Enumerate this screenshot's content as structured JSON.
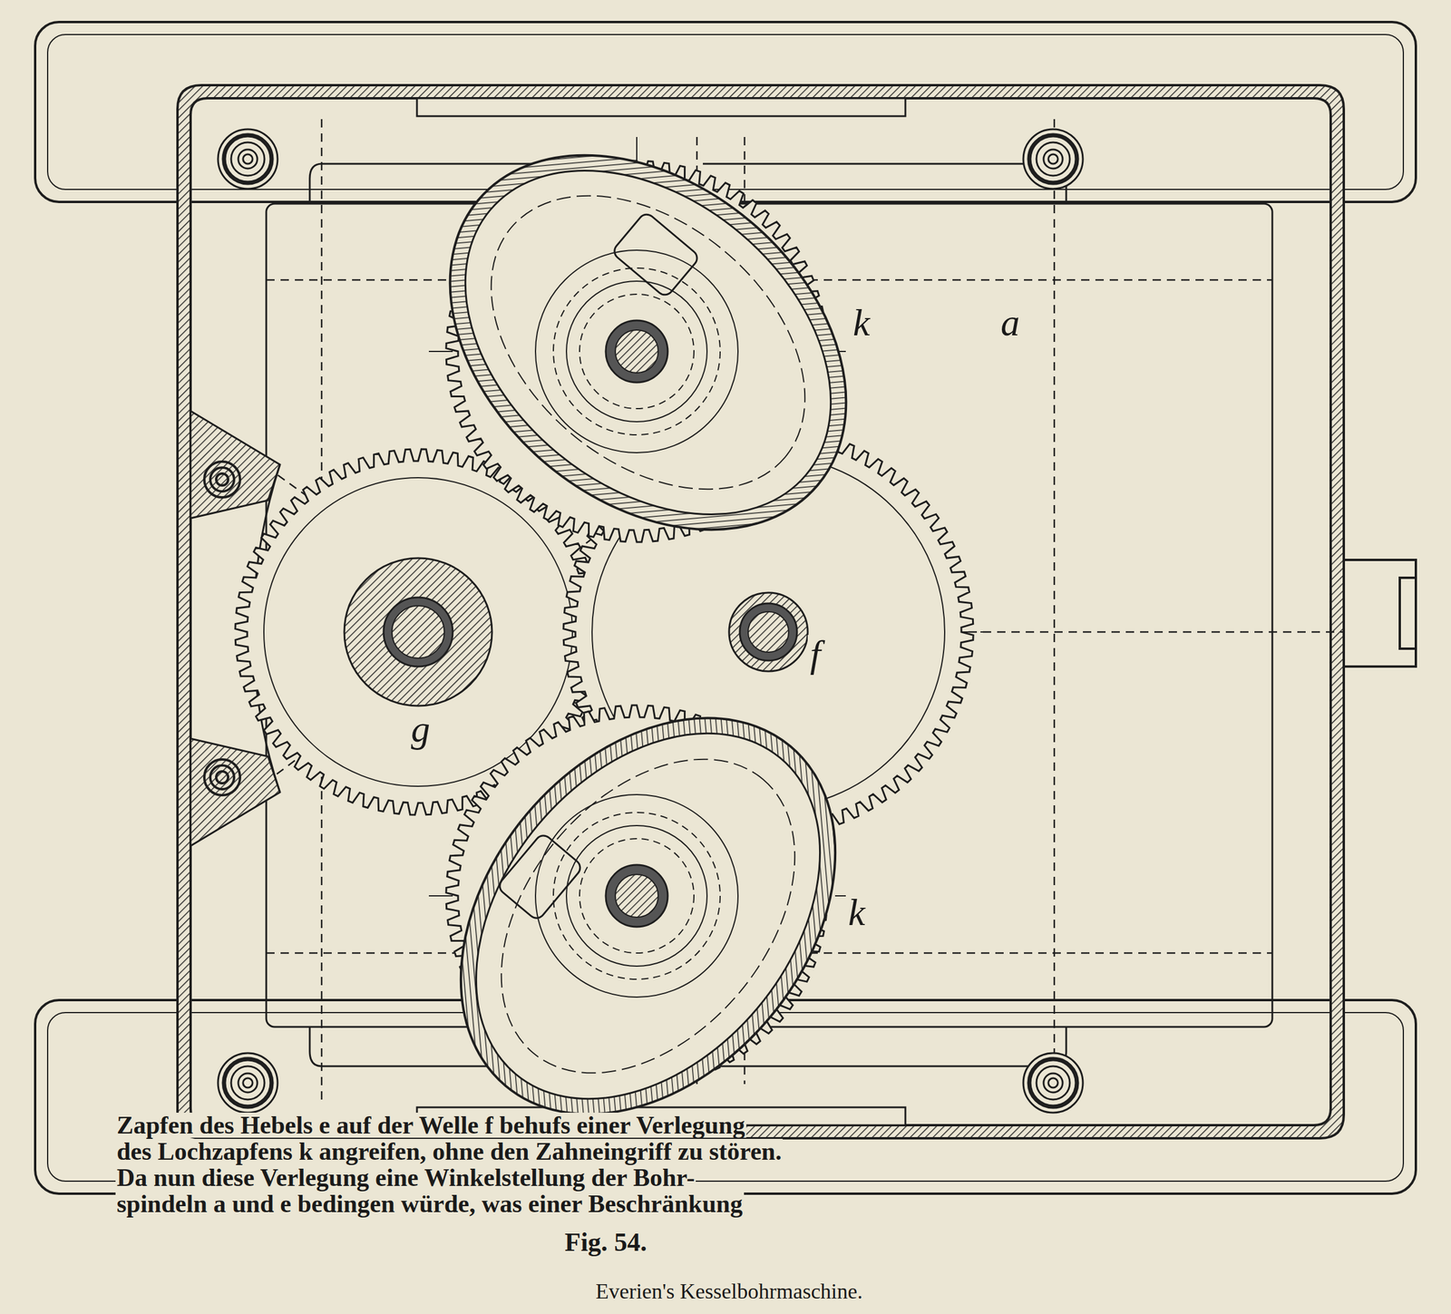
{
  "diagram": {
    "caption": "Fig. 54.",
    "labels": [
      "k",
      "a",
      "f",
      "g",
      "k",
      "Zapfen des Hebels e auf der Welle f behufs einer Verlegung",
      "des Lochzapfens k angreifen, ohne den Zahneingriff zu stören.",
      "Da nun diese Verlegung eine Winkelstellung der Bohr-",
      "spindeln a und e bedingen würde, was einer Beschränkung",
      "Everien's Kesselbohrmaschine."
    ]
  }
}
